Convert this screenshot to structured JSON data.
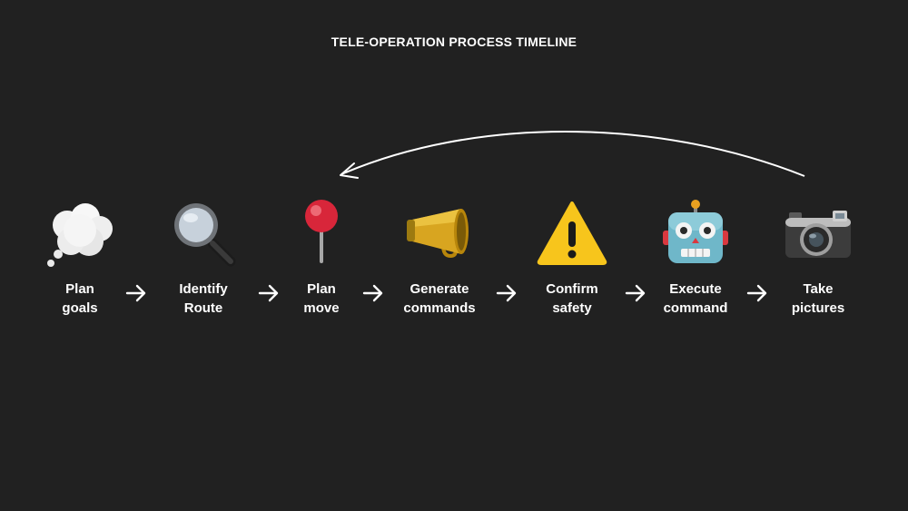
{
  "title": "TELE-OPERATION PROCESS TIMELINE",
  "steps": [
    {
      "line1": "Plan",
      "line2": "goals",
      "icon": "thought-cloud-icon"
    },
    {
      "line1": "Identify",
      "line2": "Route",
      "icon": "magnifying-glass-icon"
    },
    {
      "line1": "Plan",
      "line2": "move",
      "icon": "pushpin-icon"
    },
    {
      "line1": "Generate",
      "line2": "commands",
      "icon": "megaphone-icon"
    },
    {
      "line1": "Confirm",
      "line2": "safety",
      "icon": "warning-icon"
    },
    {
      "line1": "Execute",
      "line2": "command",
      "icon": "robot-icon"
    },
    {
      "line1": "Take",
      "line2": "pictures",
      "icon": "camera-icon"
    }
  ],
  "loop": {
    "from_step": 7,
    "to_step": 3
  },
  "colors": {
    "background": "#212121",
    "text": "#ffffff",
    "arrow": "#ffffff"
  }
}
